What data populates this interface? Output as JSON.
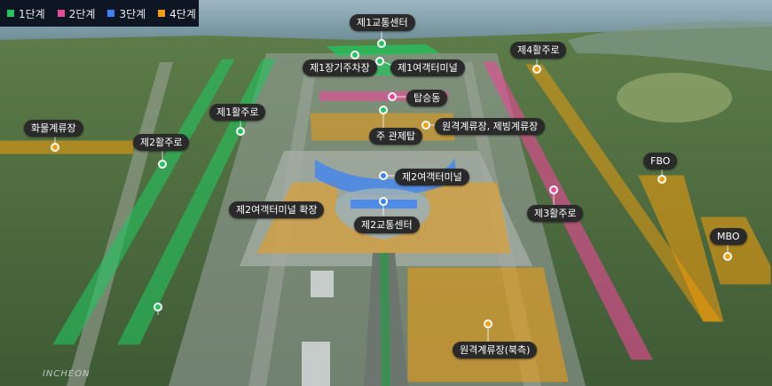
{
  "legend": {
    "items": [
      {
        "label": "1단계",
        "color": "#22c55e"
      },
      {
        "label": "2단계",
        "color": "#ec4899"
      },
      {
        "label": "3단계",
        "color": "#3b82f6"
      },
      {
        "label": "4단계",
        "color": "#f59e0b"
      }
    ]
  },
  "labels": {
    "terminal1_transport_center": "제1교통센터",
    "terminal1_parking": "제1장기주차장",
    "terminal1": "제1여객터미널",
    "concourse": "탑승동",
    "main_tower": "주 관제탑",
    "remote_apron_deicing": "원격계류장, 제빙계류장",
    "cargo_apron": "화물계류장",
    "runway1": "제1활주로",
    "runway2": "제2활주로",
    "runway3": "제3활주로",
    "runway4": "제4활주로",
    "terminal2": "제2여객터미널",
    "terminal2_expansion": "제2여객터미널 확장",
    "terminal2_transport_center": "제2교통센터",
    "fbo": "FBO",
    "mbo": "MBO",
    "remote_apron_north": "원격계류장(북측)"
  },
  "watermark": "INCHEON"
}
